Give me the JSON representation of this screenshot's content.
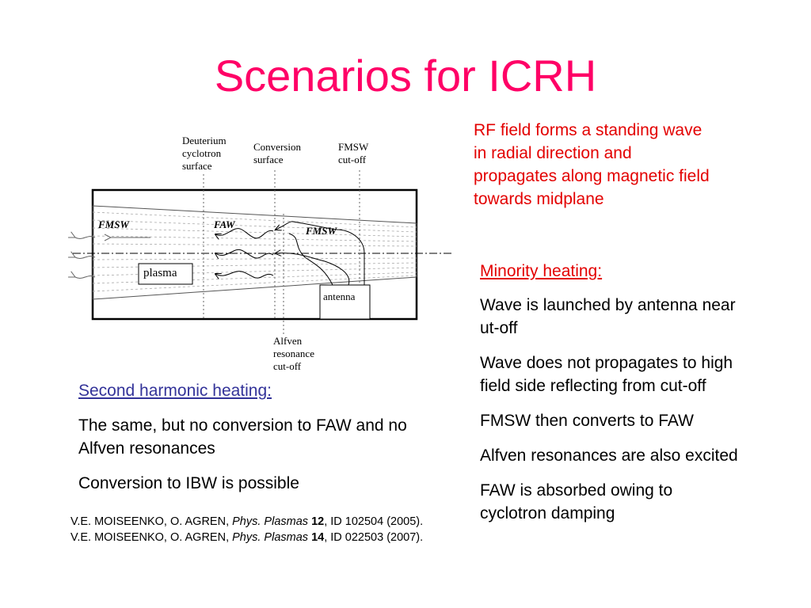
{
  "title": "Scenarios for ICRH",
  "rf_text": "RF field forms a standing wave in radial direction and propagates along magnetic field towards midplane",
  "minority": {
    "heading": "Minority heating:",
    "items": [
      "Wave is launched by antenna near ut-off",
      "Wave does not propagates to high field side reflecting from cut-off",
      "FMSW then converts to FAW",
      "Alfven resonances are also excited",
      "FAW is absorbed owing to cyclotron damping"
    ]
  },
  "second": {
    "heading": "Second harmonic heating:",
    "items": [
      "The same, but no conversion to FAW and no Alfven resonances",
      "Conversion to IBW is possible"
    ]
  },
  "references": [
    {
      "authors": "V.E. MOISEENKO, O. AGREN, ",
      "journal": "Phys. Plasmas",
      "volume": "12",
      "rest": ", ID 102504 (2005)."
    },
    {
      "authors": "V.E. MOISEENKO, O. AGREN, ",
      "journal": "Phys. Plasmas",
      "volume": "14",
      "rest": ", ID 022503 (2007)."
    }
  ],
  "diagram": {
    "labels": {
      "deuterium": [
        "Deuterium",
        "cyclotron",
        "surface"
      ],
      "conversion": [
        "Conversion",
        "surface"
      ],
      "fmsw_cutoff": [
        "FMSW",
        "cut-off"
      ],
      "alfven": [
        "Alfven",
        "resonance",
        "cut-off"
      ],
      "fmsw_left": "FMSW",
      "faw": "FAW",
      "fmsw_right": "FMSW",
      "plasma": "plasma",
      "antenna": "antenna"
    }
  },
  "colors": {
    "title": "#ff0066",
    "red_text": "#e30000",
    "blue_heading": "#333399"
  }
}
